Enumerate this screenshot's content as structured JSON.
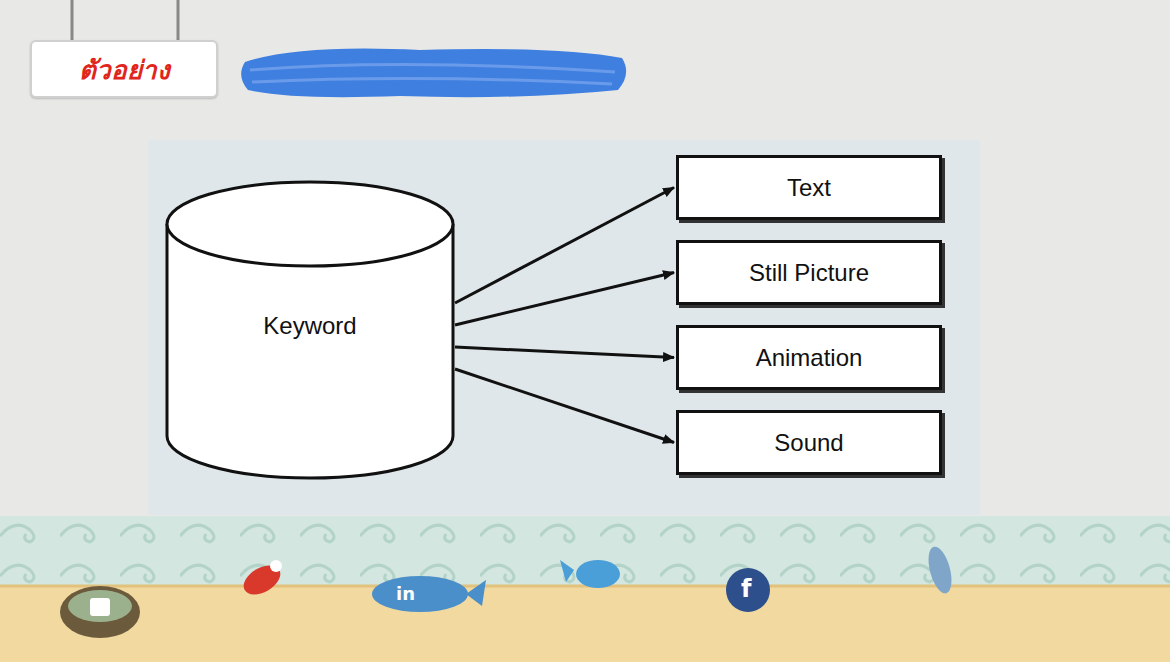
{
  "diagram": {
    "nodes": [
      {
        "text": [
          "ตัวอย่าง"
        ]
      },
      {
        "text": [
          "Keyword"
        ]
      },
      {
        "text": [
          "Text"
        ]
      },
      {
        "text": [
          "Still Picture"
        ]
      },
      {
        "text": [
          "Animation"
        ]
      },
      {
        "text": [
          "Sound"
        ]
      }
    ],
    "edges": [
      {
        "from": 1,
        "to": 2,
        "arrow": "to"
      },
      {
        "from": 1,
        "to": 3,
        "arrow": "to"
      },
      {
        "from": 1,
        "to": 4,
        "arrow": "to"
      },
      {
        "from": 1,
        "to": 5,
        "arrow": "to"
      }
    ],
    "labels": [
      "in",
      "f"
    ]
  }
}
